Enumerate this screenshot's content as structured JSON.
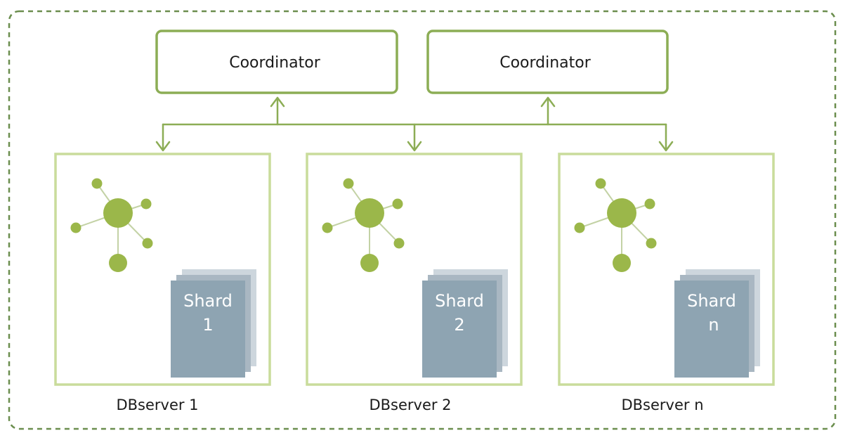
{
  "coordinators": [
    {
      "label": "Coordinator"
    },
    {
      "label": "Coordinator"
    }
  ],
  "servers": [
    {
      "label": "DBserver 1",
      "shard_title": "Shard",
      "shard_number": "1"
    },
    {
      "label": "DBserver 2",
      "shard_title": "Shard",
      "shard_number": "2"
    },
    {
      "label": "DBserver n",
      "shard_title": "Shard",
      "shard_number": "n"
    }
  ],
  "colors": {
    "frame": "#6b8e4e",
    "coordinator_border": "#8cad55",
    "server_border": "#c9dc9b",
    "arrow": "#8cad55",
    "node": "#9bb74a",
    "node_link": "#c3d2a5",
    "shard_back": "#cdd6dd",
    "shard_mid": "#a9b7c2",
    "shard_front": "#8ea4b2"
  }
}
